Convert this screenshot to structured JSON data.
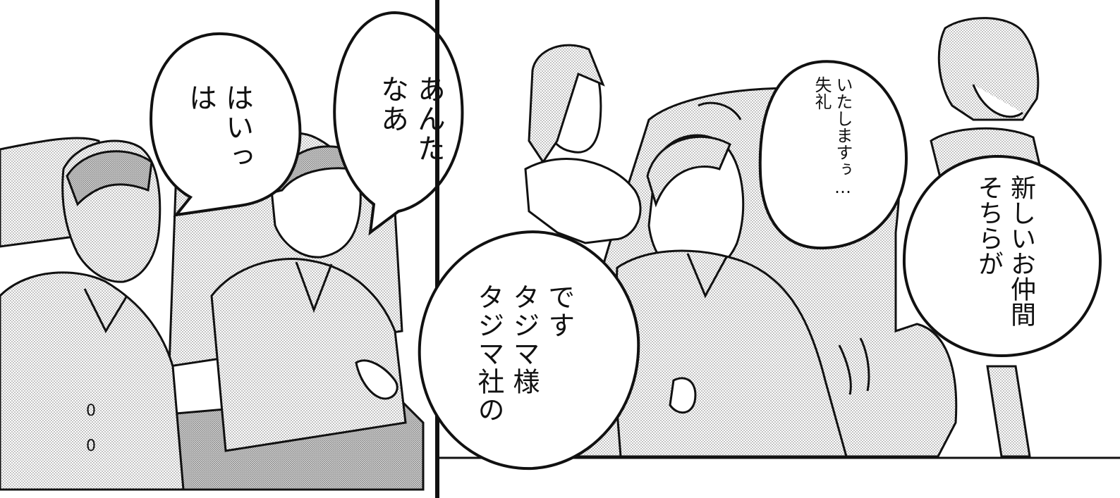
{
  "panels": [
    {
      "id": "left",
      "bubbles": [
        {
          "lines": [
            "はいっ",
            "は"
          ]
        },
        {
          "lines": [
            "あんた",
            "なあ"
          ]
        }
      ]
    },
    {
      "id": "right",
      "bubbles": [
        {
          "lines": [
            "です",
            "タジマ様",
            "タジマ社の"
          ]
        },
        {
          "lines": [
            "いたしますぅ…",
            "失礼"
          ]
        },
        {
          "lines": [
            "新しいお仲間",
            "そちらが"
          ]
        }
      ]
    }
  ],
  "colors": {
    "ink": "#111111",
    "screentone": "#b9b9b9",
    "paper": "#ffffff"
  }
}
